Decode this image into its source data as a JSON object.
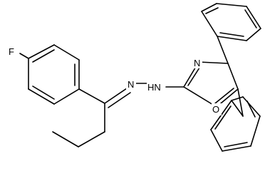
{
  "molecule": {
    "atoms": {
      "fluorine": "F",
      "hydrazone_n1": "N",
      "hydrazone_nh": "HN",
      "oxazole_n": "N",
      "oxazole_o": "O"
    }
  },
  "colors": {
    "bond": "#000000",
    "label": "#000000",
    "background": "#ffffff"
  }
}
